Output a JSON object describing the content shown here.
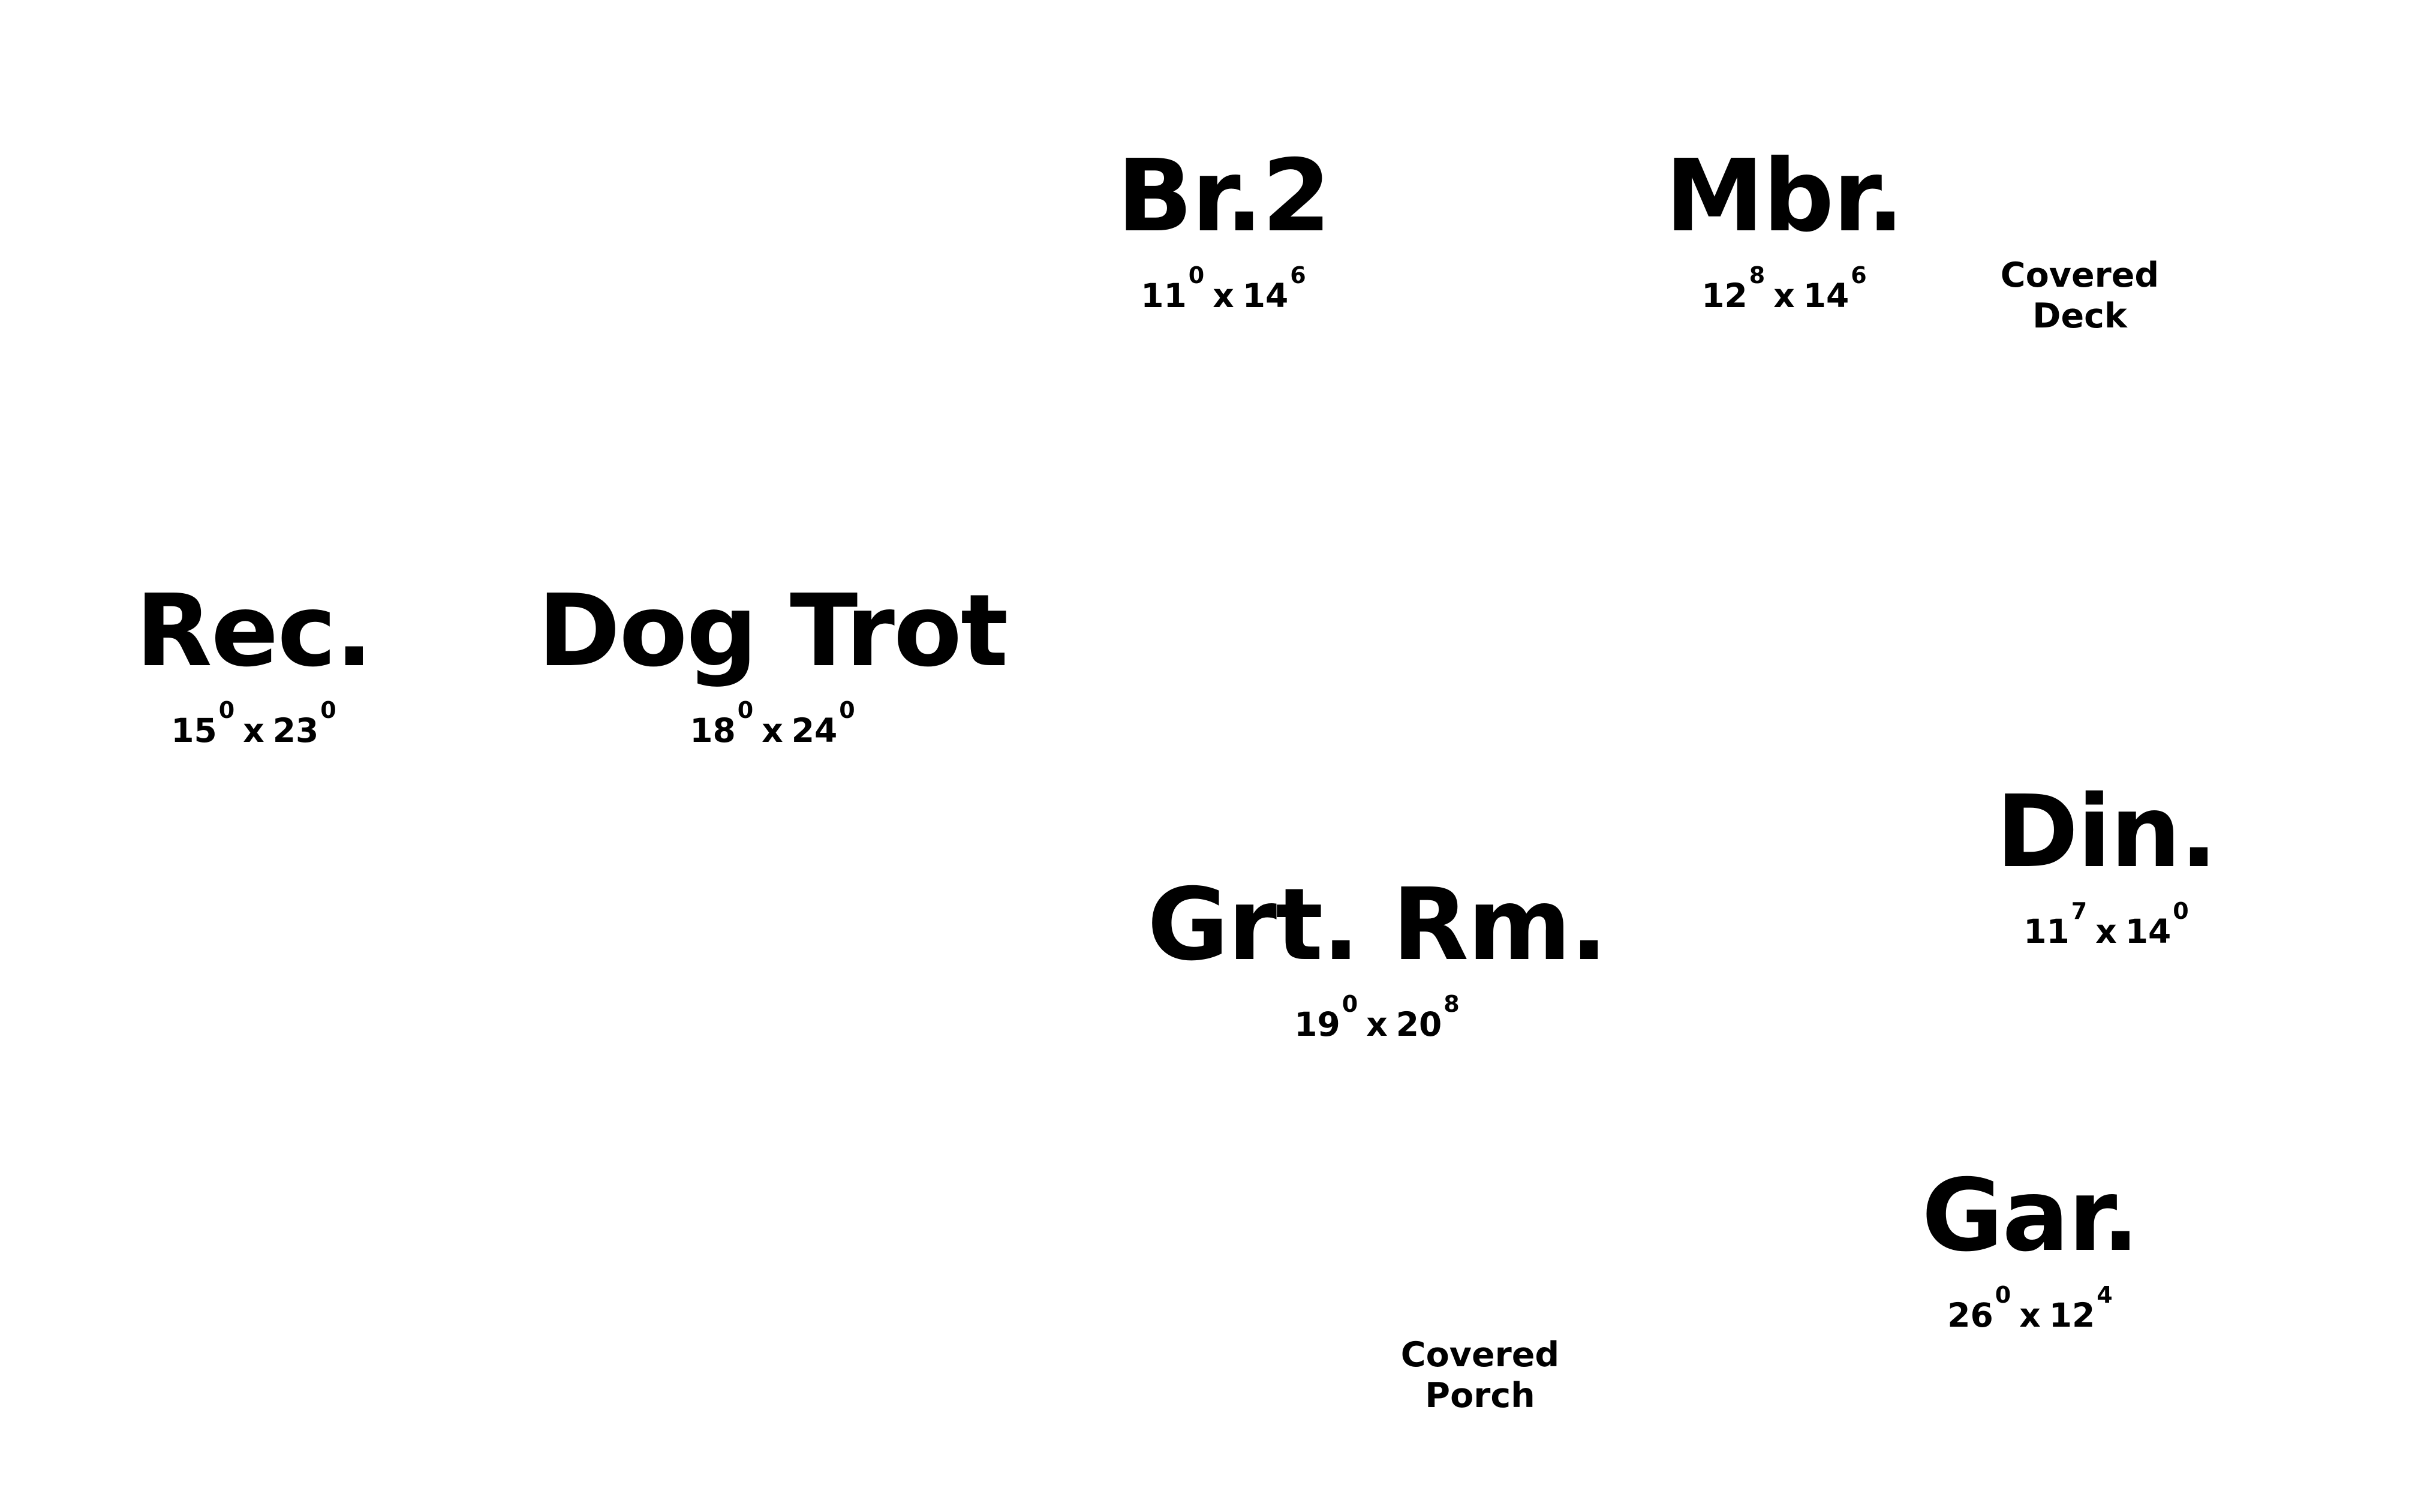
{
  "plan": {
    "rooms": [
      {
        "id": "br2",
        "name": "Br.2",
        "w": "11",
        "w_in": "0",
        "h": "14",
        "h_in": "6"
      },
      {
        "id": "mbr",
        "name": "Mbr.",
        "w": "12",
        "w_in": "8",
        "h": "14",
        "h_in": "6"
      },
      {
        "id": "rec",
        "name": "Rec.",
        "w": "15",
        "w_in": "0",
        "h": "23",
        "h_in": "0"
      },
      {
        "id": "dog-trot",
        "name": "Dog Trot",
        "w": "18",
        "w_in": "0",
        "h": "24",
        "h_in": "0"
      },
      {
        "id": "din",
        "name": "Din.",
        "w": "11",
        "w_in": "7",
        "h": "14",
        "h_in": "0"
      },
      {
        "id": "grt-rm",
        "name": "Grt. Rm.",
        "w": "19",
        "w_in": "0",
        "h": "20",
        "h_in": "8"
      },
      {
        "id": "gar",
        "name": "Gar.",
        "w": "26",
        "w_in": "0",
        "h": "12",
        "h_in": "4"
      }
    ],
    "notes": [
      {
        "id": "covered-deck",
        "line1": "Covered",
        "line2": "Deck"
      },
      {
        "id": "covered-porch",
        "line1": "Covered",
        "line2": "Porch"
      }
    ],
    "dim_separator": "x",
    "text_color": "#000000",
    "background_color": "#ffffff"
  }
}
